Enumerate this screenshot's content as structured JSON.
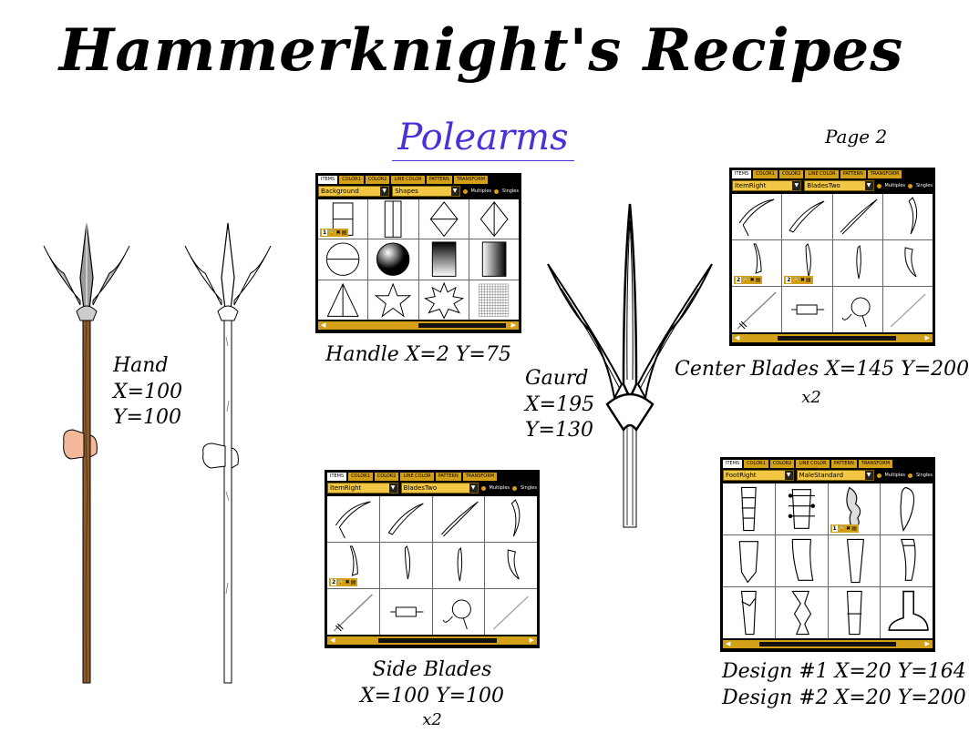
{
  "title": "Hammerknight's Recipes",
  "subtitle": "Polearms",
  "page_label": "Page 2",
  "labels": {
    "hand": [
      "Hand",
      "X=100",
      "Y=100"
    ],
    "handle": "Handle X=2 Y=75",
    "gaurd": [
      "Gaurd",
      "X=195",
      "Y=130"
    ],
    "center_blades": [
      "Center Blades X=145 Y=200",
      "x2"
    ],
    "side_blades": [
      "Side Blades",
      "X=100 Y=100",
      "x2"
    ],
    "design": [
      "Design #1 X=20 Y=164",
      "Design #2 X=20 Y=200"
    ]
  },
  "editor_tabs": [
    "ITEMS",
    "COLOR1",
    "COLOR2",
    "LINE COLOR",
    "PATTERN",
    "TRANSFORM"
  ],
  "radio_multiples": "Multiples",
  "radio_singles": "Singles",
  "panels": {
    "handle": {
      "category": "Background",
      "set": "Shapes",
      "selected_badge": "1"
    },
    "center": {
      "category": "ItemRight",
      "set": "BladesTwo",
      "selected_badge_1": "2",
      "selected_badge_2": "2"
    },
    "side": {
      "category": "ItemRight",
      "set": "BladesTwo",
      "selected_badge": "2"
    },
    "design": {
      "category": "FootRight",
      "set": "MaleStandard",
      "selected_badge": "1"
    }
  },
  "colors": {
    "title_accent": "#4b2fd8",
    "panel_gold": "#d4a017",
    "shaft_wood": "#8b5a2b",
    "skin": "#f4b89a"
  }
}
